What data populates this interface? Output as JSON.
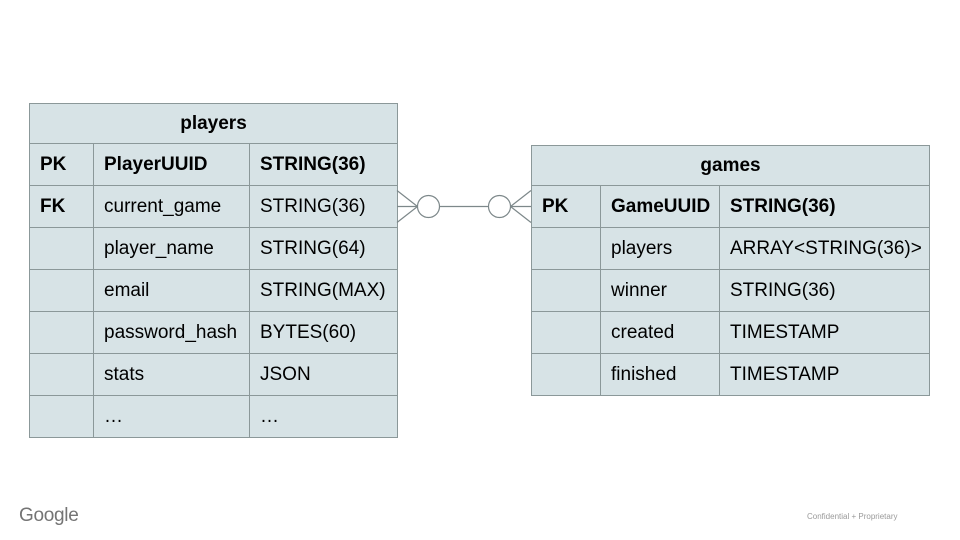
{
  "diagram_type": "entity-relationship",
  "tables": {
    "players": {
      "title": "players",
      "rows": [
        {
          "key": "PK",
          "field": "PlayerUUID",
          "type": "STRING(36)"
        },
        {
          "key": "FK",
          "field": "current_game",
          "type": "STRING(36)"
        },
        {
          "key": "",
          "field": "player_name",
          "type": "STRING(64)"
        },
        {
          "key": "",
          "field": "email",
          "type": "STRING(MAX)"
        },
        {
          "key": "",
          "field": "password_hash",
          "type": "BYTES(60)"
        },
        {
          "key": "",
          "field": "stats",
          "type": "JSON"
        },
        {
          "key": "",
          "field": "…",
          "type": "…"
        }
      ]
    },
    "games": {
      "title": "games",
      "rows": [
        {
          "key": "PK",
          "field": "GameUUID",
          "type": "STRING(36)"
        },
        {
          "key": "",
          "field": "players",
          "type": "ARRAY<STRING(36)>"
        },
        {
          "key": "",
          "field": "winner",
          "type": "STRING(36)"
        },
        {
          "key": "",
          "field": "created",
          "type": "TIMESTAMP"
        },
        {
          "key": "",
          "field": "finished",
          "type": "TIMESTAMP"
        }
      ]
    }
  },
  "connector": {
    "left_symbol": "zero-or-many",
    "right_symbol": "zero-or-many"
  },
  "footer": {
    "logo": "Google",
    "note": "Confidential + Proprietary"
  },
  "colors": {
    "cell_fill": "#d7e3e6",
    "cell_border": "#8b9899",
    "connector_stroke": "#7d888a",
    "logo_gray": "#747474",
    "note_gray": "#9a9a9a",
    "background": "#ffffff"
  }
}
